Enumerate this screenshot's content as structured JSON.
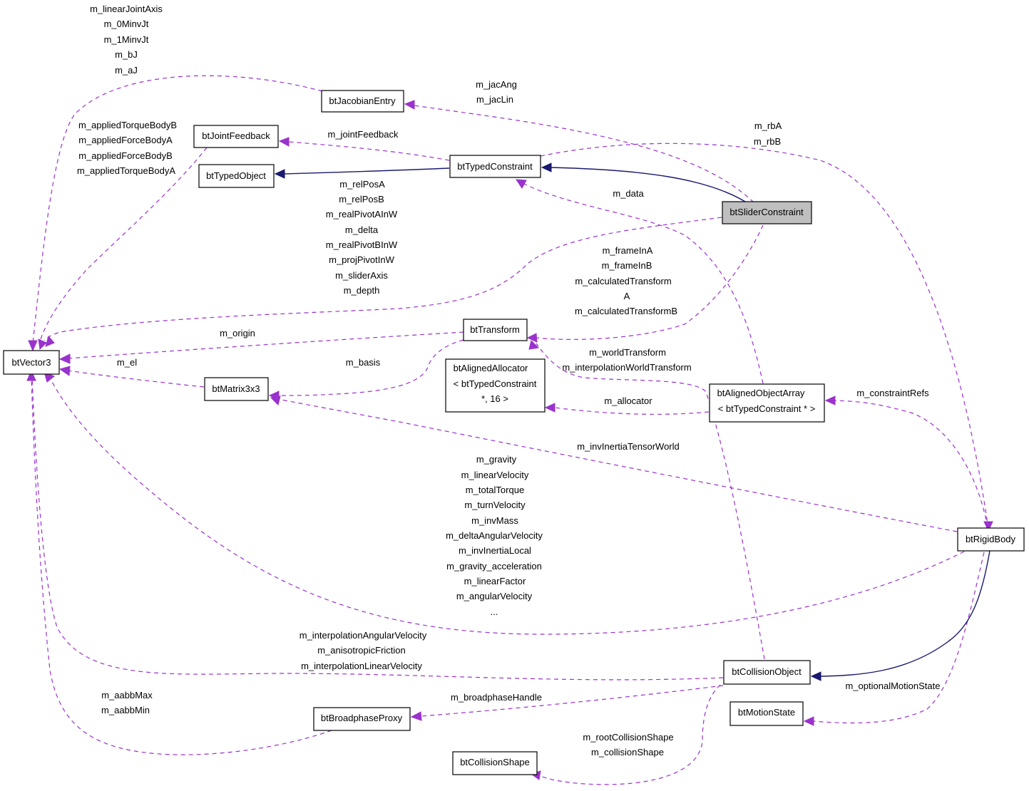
{
  "colors": {
    "usage_edge": "#9a32cd",
    "inheritance_edge": "#191970",
    "highlight_node": "#bfbfbf"
  },
  "nodes": {
    "btVector3": "btVector3",
    "btJacobianEntry": "btJacobianEntry",
    "btJointFeedback": "btJointFeedback",
    "btTypedObject": "btTypedObject",
    "btTypedConstraint": "btTypedConstraint",
    "btSliderConstraint": "btSliderConstraint",
    "btTransform": "btTransform",
    "btMatrix3x3": "btMatrix3x3",
    "btAlignedAllocator": [
      "btAlignedAllocator",
      "< btTypedConstraint",
      "*, 16 >"
    ],
    "btAlignedObjectArray": [
      "btAlignedObjectArray",
      "< btTypedConstraint * >"
    ],
    "btRigidBody": "btRigidBody",
    "btCollisionObject": "btCollisionObject",
    "btMotionState": "btMotionState",
    "btBroadphaseProxy": "btBroadphaseProxy",
    "btCollisionShape": "btCollisionShape"
  },
  "labels": {
    "jacobian_to_vector": [
      "m_linearJointAxis",
      "m_0MinvJt",
      "m_1MinvJt",
      "m_bJ",
      "m_aJ"
    ],
    "slider_to_jacobian": [
      "m_jacAng",
      "m_jacLin"
    ],
    "jointfeedback_to_vector": [
      "m_appliedTorqueBodyB",
      "m_appliedForceBodyA",
      "m_appliedForceBodyB",
      "m_appliedTorqueBodyA"
    ],
    "typed_to_jointfeedback": [
      "m_jointFeedback"
    ],
    "typed_to_rigidbody": [
      "m_rbA",
      "m_rbB"
    ],
    "slider_to_vector": [
      "m_relPosA",
      "m_relPosB",
      "m_realPivotAInW",
      "m_delta",
      "m_realPivotBInW",
      "m_projPivotInW",
      "m_sliderAxis",
      "m_depth"
    ],
    "array_to_typed": [
      "m_data"
    ],
    "slider_to_transform": [
      "m_frameInA",
      "m_frameInB",
      "m_calculatedTransform",
      "A",
      "m_calculatedTransformB"
    ],
    "transform_to_vector": [
      "m_origin"
    ],
    "matrix_to_vector": [
      "m_el"
    ],
    "transform_to_matrix": [
      "m_basis"
    ],
    "collision_to_transform": [
      "m_worldTransform",
      "m_interpolationWorldTransform"
    ],
    "array_to_allocator": [
      "m_allocator"
    ],
    "rigidbody_to_array": [
      "m_constraintRefs"
    ],
    "rigidbody_to_matrix": [
      "m_invInertiaTensorWorld"
    ],
    "rigidbody_to_vector": [
      "m_gravity",
      "m_linearVelocity",
      "m_totalTorque",
      "m_turnVelocity",
      "m_invMass",
      "m_deltaAngularVelocity",
      "m_invInertiaLocal",
      "m_gravity_acceleration",
      "m_linearFactor",
      "m_angularVelocity",
      "..."
    ],
    "collision_to_vector": [
      "m_interpolationAngularVelocity",
      "m_anisotropicFriction",
      "m_interpolationLinearVelocity"
    ],
    "broadphase_to_vector": [
      "m_aabbMax",
      "m_aabbMin"
    ],
    "collision_to_broadphase": [
      "m_broadphaseHandle"
    ],
    "rigidbody_to_motionstate": [
      "m_optionalMotionState"
    ],
    "collision_to_shape": [
      "m_rootCollisionShape",
      "m_collisionShape"
    ]
  }
}
